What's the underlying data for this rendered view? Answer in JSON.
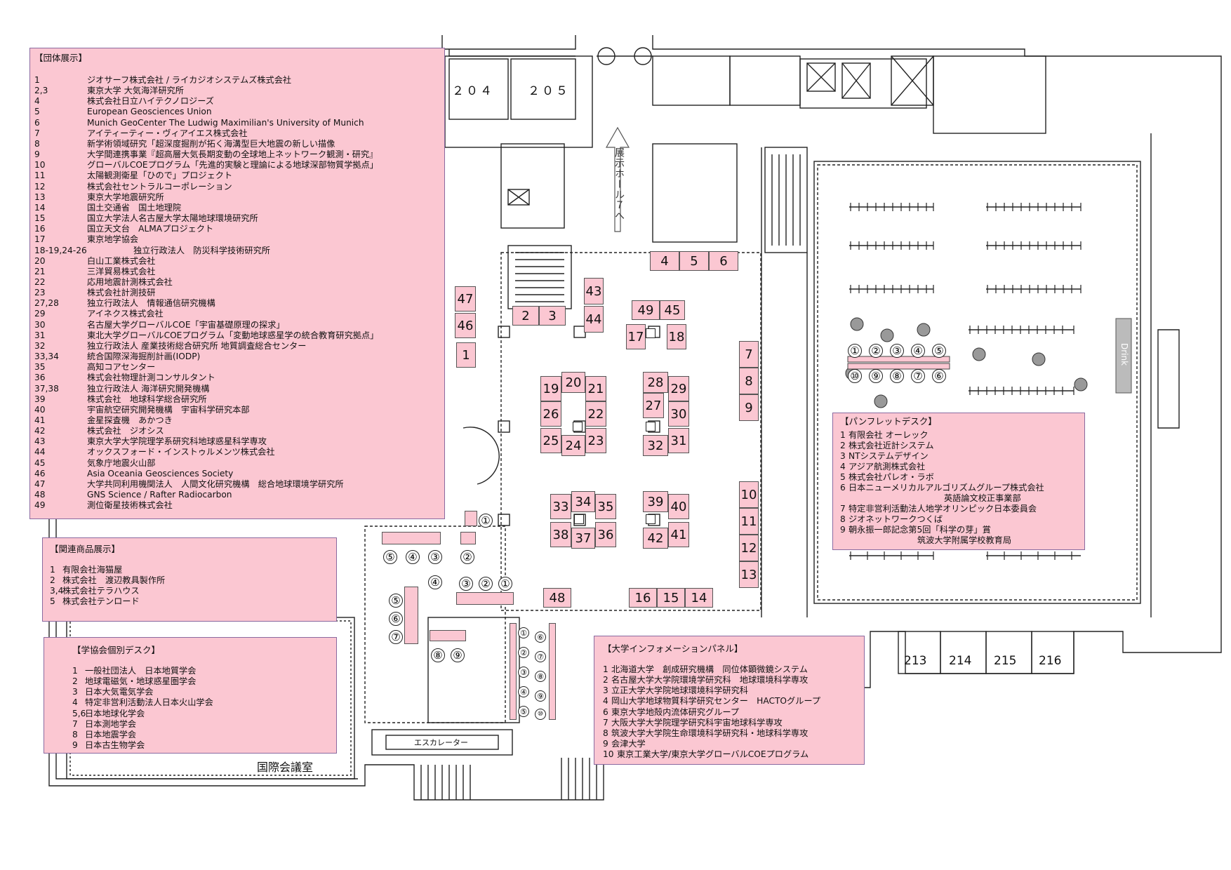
{
  "group_exhibits": {
    "title": "【団体展示】",
    "entries": [
      {
        "no": "1",
        "name": "ジオサーフ株式会社 / ライカジオシステムズ株式会社"
      },
      {
        "no": "2,3",
        "name": "東京大学 大気海洋研究所"
      },
      {
        "no": "4",
        "name": "株式会社日立ハイテクノロジーズ"
      },
      {
        "no": "5",
        "name": "European Geosciences Union"
      },
      {
        "no": "6",
        "name": "Munich GeoCenter The Ludwig Maximilian's University of Munich"
      },
      {
        "no": "7",
        "name": "アイティーティー・ヴィアイエス株式会社"
      },
      {
        "no": "8",
        "name": "新学術領域研究「超深度掘削が拓く海溝型巨大地震の新しい描像"
      },
      {
        "no": "9",
        "name": "大学間連携事業『超高層大気長期変動の全球地上ネットワーク観測・研究』"
      },
      {
        "no": "10",
        "name": "グローバルCOEプログラム「先進的実験と理論による地球深部物質学拠点」"
      },
      {
        "no": "11",
        "name": "太陽観測衛星「ひので」プロジェクト"
      },
      {
        "no": "12",
        "name": "株式会社セントラルコーポレーション"
      },
      {
        "no": "13",
        "name": "東京大学地震研究所"
      },
      {
        "no": "14",
        "name": "国土交通省　国土地理院"
      },
      {
        "no": "15",
        "name": "国立大学法人名古屋大学太陽地球環境研究所"
      },
      {
        "no": "16",
        "name": "国立天文台　ALMAプロジェクト"
      },
      {
        "no": "17",
        "name": "東京地学協会"
      },
      {
        "no": "18-19,24-26",
        "name": "独立行政法人　防災科学技術研究所",
        "wide": true
      },
      {
        "no": "20",
        "name": "白山工業株式会社"
      },
      {
        "no": "21",
        "name": "三洋貿易株式会社"
      },
      {
        "no": "22",
        "name": "応用地震計測株式会社"
      },
      {
        "no": "23",
        "name": "株式会社計測技研"
      },
      {
        "no": "27,28",
        "name": "独立行政法人　情報通信研究機構"
      },
      {
        "no": "29",
        "name": "アイネクス株式会社"
      },
      {
        "no": "30",
        "name": "名古屋大学グローバルCOE「宇宙基礎原理の探求」"
      },
      {
        "no": "31",
        "name": "東北大学グローバルCOEプログラム「変動地球惑星学の統合教育研究拠点」"
      },
      {
        "no": "32",
        "name": "独立行政法人 産業技術総合研究所 地質調査総合センター"
      },
      {
        "no": "33,34",
        "name": "統合国際深海掘削計画(IODP)"
      },
      {
        "no": "35",
        "name": "高知コアセンター"
      },
      {
        "no": "36",
        "name": "株式会社物理計測コンサルタント"
      },
      {
        "no": "37,38",
        "name": "独立行政法人 海洋研究開発機構"
      },
      {
        "no": "39",
        "name": "株式会社　地球科学総合研究所"
      },
      {
        "no": "40",
        "name": "宇宙航空研究開発機構　宇宙科学研究本部"
      },
      {
        "no": "41",
        "name": "金星探査機　あかつき"
      },
      {
        "no": "42",
        "name": "株式会社　ジオシス"
      },
      {
        "no": "43",
        "name": "東京大学大学院理学系研究科地球惑星科学専攻"
      },
      {
        "no": "44",
        "name": "オックスフォード・インストゥルメンツ株式会社"
      },
      {
        "no": "45",
        "name": "気象庁地震火山部"
      },
      {
        "no": "46",
        "name": "Asia Oceania Geosciences Society"
      },
      {
        "no": "47",
        "name": "大学共同利用機関法人　人間文化研究機構　総合地球環境学研究所"
      },
      {
        "no": "48",
        "name": "GNS Science / Rafter Radiocarbon"
      },
      {
        "no": "49",
        "name": "測位衛星技術株式会社"
      }
    ]
  },
  "related_products": {
    "title": "【関連商品展示】",
    "entries": [
      {
        "no": "1",
        "name": "有限会社海猫屋"
      },
      {
        "no": "2",
        "name": "株式会社　渡辺教具製作所"
      },
      {
        "no": "3,4",
        "name": "株式会社テラハウス"
      },
      {
        "no": "5",
        "name": "株式会社テンロード"
      }
    ]
  },
  "society_desks": {
    "title": "【学協会個別デスク】",
    "entries": [
      {
        "no": "1",
        "name": "一般社団法人　日本地質学会"
      },
      {
        "no": "2",
        "name": "地球電磁気・地球惑星圏学会"
      },
      {
        "no": "3",
        "name": "日本大気電気学会"
      },
      {
        "no": "4",
        "name": "特定非営利活動法人日本火山学会"
      },
      {
        "no": "5,6",
        "name": "日本地球化学会"
      },
      {
        "no": "7",
        "name": "日本測地学会"
      },
      {
        "no": "8",
        "name": "日本地震学会"
      },
      {
        "no": "9",
        "name": "日本古生物学会"
      }
    ]
  },
  "pamphlet_desks": {
    "title": "【パンフレットデスク】",
    "entries": [
      {
        "no": "1",
        "name": "有限会社 オーレック"
      },
      {
        "no": "2",
        "name": "株式会社近計システム"
      },
      {
        "no": "3",
        "name": "NTシステムデザイン"
      },
      {
        "no": "4",
        "name": "アジア航測株式会社"
      },
      {
        "no": "5",
        "name": "株式会社パレオ・ラボ"
      },
      {
        "no": "6",
        "name": "日本ニューメリカルアルゴリズムグループ株式会社"
      },
      {
        "no": "",
        "name": "英語論文校正事業部",
        "cont": "cont"
      },
      {
        "no": "7",
        "name": "特定非営利活動法人地学オリンピック日本委員会"
      },
      {
        "no": "8",
        "name": "ジオネットワークつくば"
      },
      {
        "no": "9",
        "name": "朝永振一郎記念第5回「科学の芽」賞"
      },
      {
        "no": "",
        "name": "筑波大学附属学校教育局",
        "cont": "cont2"
      }
    ]
  },
  "university_panels": {
    "title": "【大学インフォメーションパネル】",
    "entries": [
      {
        "no": "1",
        "name": "北海道大学　創成研究機構　同位体顕微鏡システム"
      },
      {
        "no": "2",
        "name": "名古屋大学大学院環境学研究科　地球環境科学専攻"
      },
      {
        "no": "3",
        "name": "立正大学大学院地球環境科学研究科"
      },
      {
        "no": "4",
        "name": "岡山大学地球物質科学研究センター　HACTOグループ"
      },
      {
        "no": "6",
        "name": "東京大学地殻内流体研究グループ"
      },
      {
        "no": "7",
        "name": "大阪大学大学院理学研究科宇宙地球科学専攻"
      },
      {
        "no": "8",
        "name": "筑波大学大学院生命環境科学研究科・地球科学専攻"
      },
      {
        "no": "9",
        "name": "会津大学"
      },
      {
        "no": "10",
        "name": "東京工業大学/東京大学グローバルCOEプログラム"
      }
    ]
  },
  "rooms": {
    "r204": "２０４",
    "r205": "２０５",
    "r213": "213",
    "r214": "214",
    "r215": "215",
    "r216": "216",
    "international_hall": "国際会議室",
    "escalator": "エスカレーター",
    "to_hall7": "展示ホール７へ",
    "drink": "Drink"
  },
  "booths": [
    "1",
    "2",
    "3",
    "4",
    "5",
    "6",
    "7",
    "8",
    "9",
    "10",
    "11",
    "12",
    "13",
    "14",
    "15",
    "16",
    "17",
    "18",
    "19",
    "20",
    "21",
    "22",
    "23",
    "24",
    "25",
    "26",
    "27",
    "28",
    "29",
    "30",
    "31",
    "32",
    "33",
    "34",
    "35",
    "36",
    "37",
    "38",
    "39",
    "40",
    "41",
    "42",
    "43",
    "44",
    "45",
    "46",
    "47",
    "48",
    "49"
  ],
  "circled": {
    "pamphlet_top": [
      "①",
      "②",
      "③",
      "④",
      "⑤"
    ],
    "pamphlet_bottom": [
      "⑩",
      "⑨",
      "⑧",
      "⑦",
      "⑥"
    ],
    "related": [
      "①",
      "②",
      "③",
      "④",
      "⑤"
    ],
    "society_top": [
      "④",
      "③",
      "②",
      "①"
    ],
    "society_left": [
      "⑤",
      "⑥",
      "⑦"
    ],
    "society_bottom": [
      "⑧",
      "⑨"
    ],
    "panel_left": [
      "①",
      "②",
      "③",
      "④",
      "⑤"
    ],
    "panel_right": [
      "⑥",
      "⑦",
      "⑧",
      "⑨",
      "⑩"
    ]
  },
  "colors": {
    "booth": "#fbc7d2",
    "line": "#222222"
  }
}
